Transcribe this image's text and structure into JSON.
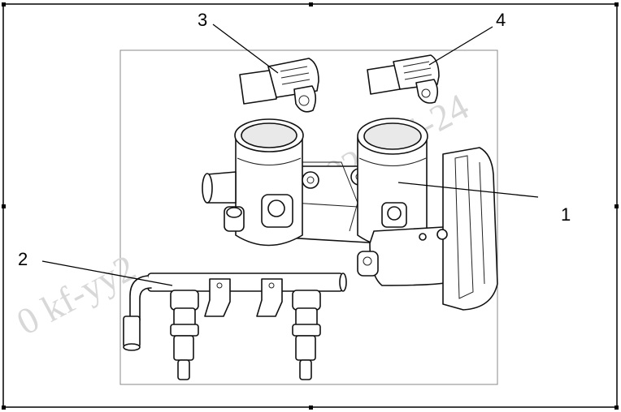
{
  "callouts": [
    {
      "id": "1",
      "text": "1"
    },
    {
      "id": "2",
      "text": "2"
    },
    {
      "id": "3",
      "text": "3"
    },
    {
      "id": "4",
      "text": "4"
    }
  ],
  "watermark": {
    "text_left": "0 kf-yy2",
    "text_right": "2023-05-24"
  },
  "colors": {
    "frame": "#000000",
    "background": "#ffffff",
    "watermark": "#d8d8d8"
  },
  "icons": [
    "throttle-body-drawing",
    "fuel-rail-drawing",
    "map-sensor-drawing",
    "tmap-sensor-drawing"
  ]
}
